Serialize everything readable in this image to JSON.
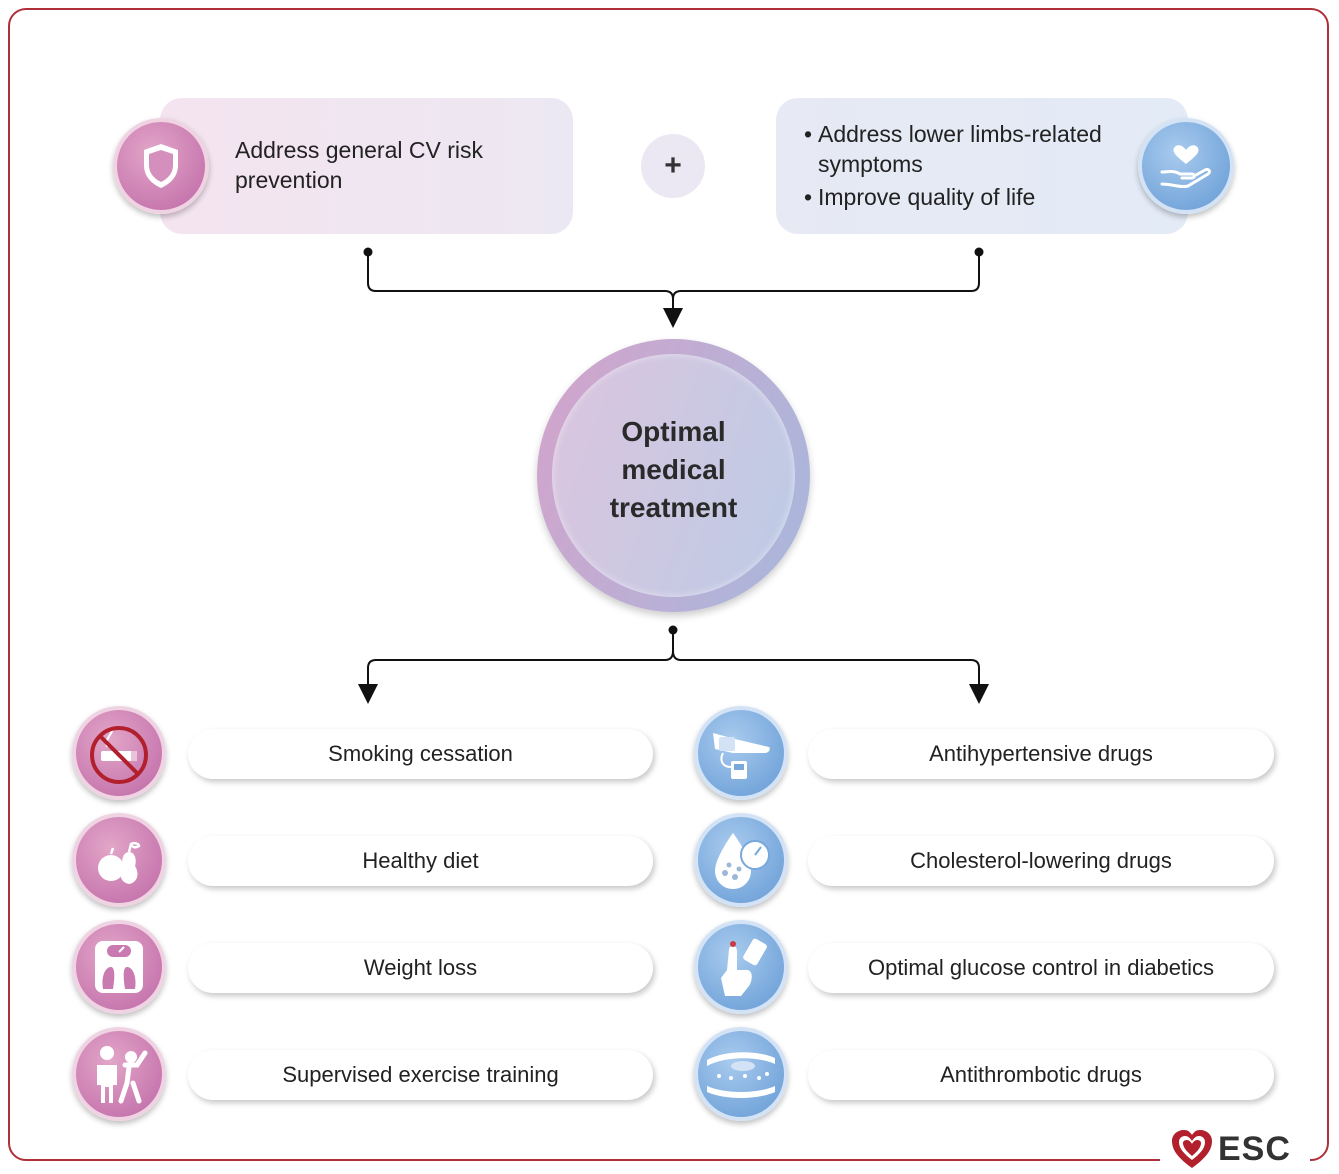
{
  "colors": {
    "frame": "#b0303a",
    "pink": "#c97ab0",
    "blue": "#78a8dc",
    "arrow": "#111111"
  },
  "top": {
    "left_box": {
      "text": "Address general CV risk prevention",
      "icon": "shield-icon"
    },
    "plus": "+",
    "right_box": {
      "bullets": [
        "Address lower limbs-related symptoms",
        "Improve quality of life"
      ],
      "icon": "heart-in-hand-icon"
    }
  },
  "center": {
    "title": "Optimal\nmedical\ntreatment"
  },
  "left_items": [
    {
      "label": "Smoking cessation",
      "icon": "no-smoking-icon"
    },
    {
      "label": "Healthy diet",
      "icon": "fruit-icon"
    },
    {
      "label": "Weight loss",
      "icon": "scale-icon"
    },
    {
      "label": "Supervised exercise training",
      "icon": "exercise-coach-icon"
    }
  ],
  "right_items": [
    {
      "label": "Antihypertensive drugs",
      "icon": "blood-pressure-cuff-icon"
    },
    {
      "label": "Cholesterol-lowering drugs",
      "icon": "cholesterol-drop-icon"
    },
    {
      "label": "Optimal glucose control in diabetics",
      "icon": "glucose-meter-icon"
    },
    {
      "label": "Antithrombotic drugs",
      "icon": "blood-vessel-icon"
    }
  ],
  "logo": {
    "text": "ESC"
  }
}
